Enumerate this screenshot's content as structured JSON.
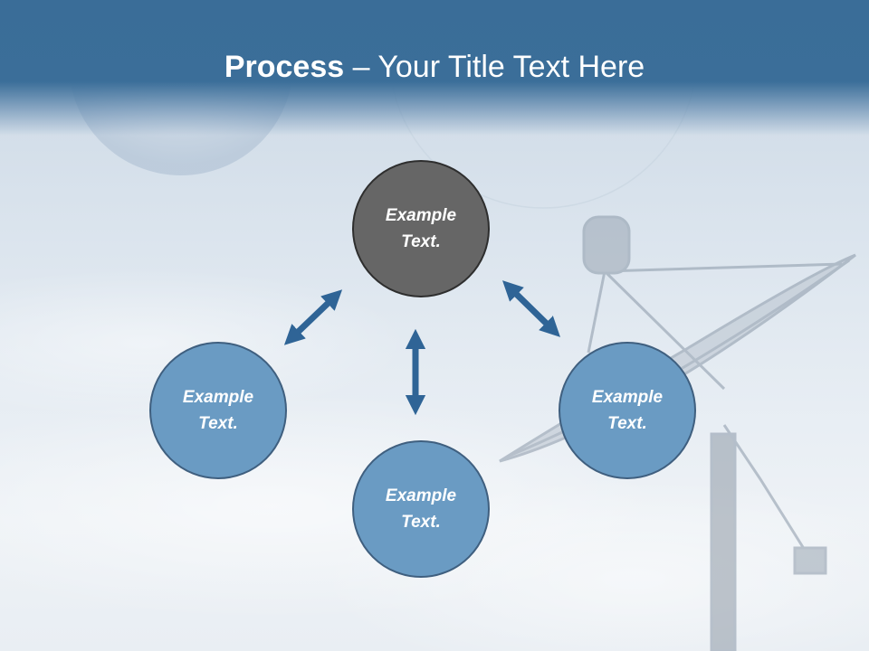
{
  "title": {
    "bold": "Process",
    "separator": " – ",
    "rest": "Your Title Text Here"
  },
  "nodes": {
    "top": "Example Text.",
    "left": "Example Text.",
    "right": "Example Text.",
    "bottom": "Example Text."
  },
  "colors": {
    "header": "#3b6e99",
    "top_node": "#666666",
    "blue_node": "#6a9bc3",
    "arrow": "#2f6496"
  },
  "background": {
    "scene": "sky-with-clouds",
    "objects": [
      "moon",
      "satellite-dish"
    ]
  }
}
